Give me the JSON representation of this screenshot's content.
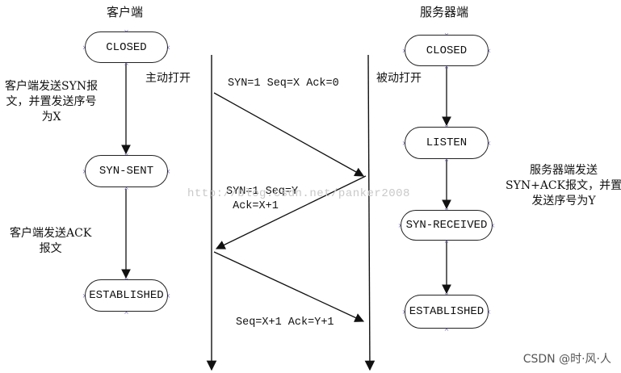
{
  "client": {
    "title": "客户端",
    "states": {
      "closed": "CLOSED",
      "syn_sent": "SYN-SENT",
      "established": "ESTABLISHED"
    },
    "note_send_syn": "客户端发送SYN报\n文，并置发送序号\n为X",
    "note_send_ack": "客户端发送ACK\n报文",
    "active_open": "主动打开"
  },
  "server": {
    "title": "服务器端",
    "states": {
      "closed": "CLOSED",
      "listen": "LISTEN",
      "syn_received": "SYN-RECEIVED",
      "established": "ESTABLISHED"
    },
    "passive_open": "被动打开",
    "note_send_synack": "服务器端发送\nSYN+ACK报文，并置\n发送序号为Y"
  },
  "messages": {
    "syn": "SYN=1 Seq=X Ack=0",
    "synack": "SYN=1 Seq=Y\n Ack=X+1",
    "ack": "Seq=X+1 Ack=Y+1"
  },
  "watermark": "http://blog.csdn.net/panker2008",
  "footer": "CSDN @时·风·人",
  "colors": {
    "line": "#111111",
    "state_border": "#222222",
    "watermark": "#c9c9c9",
    "marker": "#7a6fbf"
  }
}
